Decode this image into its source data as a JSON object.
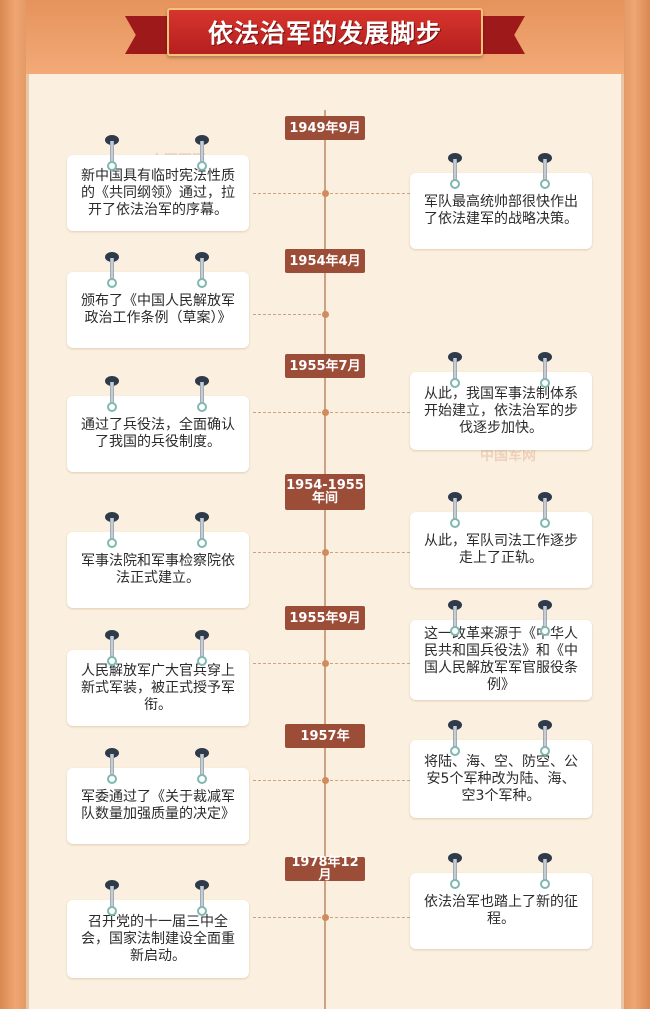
{
  "title": "依法治军的发展脚步",
  "watermark": "中国军网",
  "timeline": [
    {
      "year": "1949年9月",
      "left": "新中国具有临时宪法性质的《共同纲领》通过，拉开了依法治军的序幕。",
      "right": "军队最高统帅部很快作出了依法建军的战略决策。"
    },
    {
      "year": "1954年4月",
      "left": "颁布了《中国人民解放军政治工作条例（草案）》",
      "right": ""
    },
    {
      "year": "1955年7月",
      "left": "通过了兵役法，全面确认了我国的兵役制度。",
      "right": "从此，我国军事法制体系开始建立，依法治军的步伐逐步加快。"
    },
    {
      "year": "1954-1955年间",
      "left": "军事法院和军事检察院依法正式建立。",
      "right": "从此，军队司法工作逐步走上了正轨。"
    },
    {
      "year": "1955年9月",
      "left": "人民解放军广大官兵穿上新式军装，被正式授予军衔。",
      "right": "这一改革来源于《中华人民共和国兵役法》和《中国人民解放军军官服役条例》"
    },
    {
      "year": "1957年",
      "left": "军委通过了《关于裁减军队数量加强质量的决定》",
      "right": "将陆、海、空、防空、公安5个军种改为陆、海、空3个军种。"
    },
    {
      "year": "1978年12月",
      "left": "召开党的十一届三中全会，国家法制建设全面重新启动。",
      "right": "依法治军也踏上了新的征程。"
    }
  ]
}
